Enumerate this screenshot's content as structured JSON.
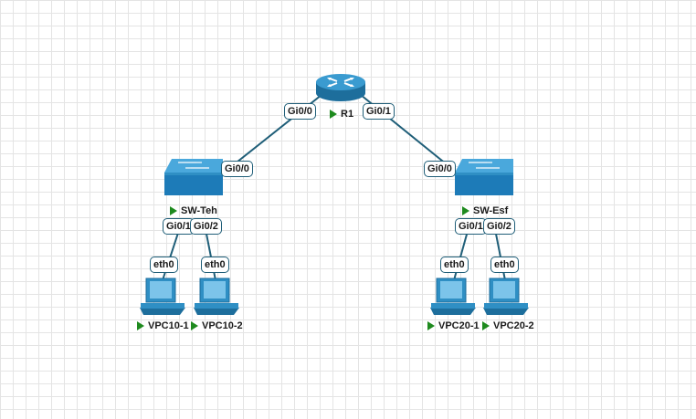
{
  "nodes": {
    "r1": {
      "label": "R1",
      "type": "router-icon"
    },
    "sw_teh": {
      "label": "SW-Teh",
      "type": "switch-icon"
    },
    "sw_esf": {
      "label": "SW-Esf",
      "type": "switch-icon"
    },
    "vpc10_1": {
      "label": "VPC10-1",
      "type": "pc-icon"
    },
    "vpc10_2": {
      "label": "VPC10-2",
      "type": "pc-icon"
    },
    "vpc20_1": {
      "label": "VPC20-1",
      "type": "pc-icon"
    },
    "vpc20_2": {
      "label": "VPC20-2",
      "type": "pc-icon"
    }
  },
  "ports": {
    "r1_left": "Gi0/0",
    "r1_right": "Gi0/1",
    "sw_teh_up": "Gi0/0",
    "sw_esf_up": "Gi0/0",
    "sw_teh_p1": "Gi0/1",
    "sw_teh_p2": "Gi0/2",
    "sw_esf_p1": "Gi0/1",
    "sw_esf_p2": "Gi0/2",
    "vpc10_1_eth": "eth0",
    "vpc10_2_eth": "eth0",
    "vpc20_1_eth": "eth0",
    "vpc20_2_eth": "eth0"
  },
  "links": [
    {
      "from": "R1",
      "from_port": "Gi0/0",
      "to": "SW-Teh",
      "to_port": "Gi0/0"
    },
    {
      "from": "R1",
      "from_port": "Gi0/1",
      "to": "SW-Esf",
      "to_port": "Gi0/0"
    },
    {
      "from": "SW-Teh",
      "from_port": "Gi0/1",
      "to": "VPC10-1",
      "to_port": "eth0"
    },
    {
      "from": "SW-Teh",
      "from_port": "Gi0/2",
      "to": "VPC10-2",
      "to_port": "eth0"
    },
    {
      "from": "SW-Esf",
      "from_port": "Gi0/1",
      "to": "VPC20-1",
      "to_port": "eth0"
    },
    {
      "from": "SW-Esf",
      "from_port": "Gi0/2",
      "to": "VPC20-2",
      "to_port": "eth0"
    }
  ],
  "colors": {
    "link": "#1f5e78",
    "device_blue": "#2f8fc4",
    "device_dark": "#1d6e9c",
    "status_green": "#1e8a1e"
  }
}
